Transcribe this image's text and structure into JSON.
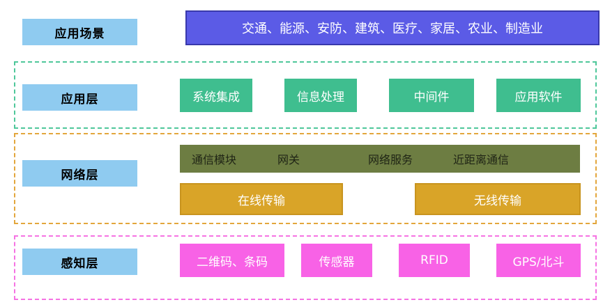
{
  "colors": {
    "label_bg": "#8FCBF0",
    "label_text": "#000000",
    "scenario_bg": "#5B5BE6",
    "scenario_border": "#3939AC",
    "application_box_bg": "#3FBE8F",
    "application_container_border": "#4EC79A",
    "network_container_border": "#E3A63C",
    "network_bar_bg": "#6D7D42",
    "network_bar_text": "#1F2415",
    "transmission_bg": "#D9A428",
    "transmission_border": "#C8941F",
    "perception_box_bg": "#F862E6",
    "perception_container_border": "#F573E3"
  },
  "scenario_row": {
    "label": "应用场景",
    "content": "交通、能源、安防、建筑、医疗、家居、农业、制造业"
  },
  "application_layer": {
    "label": "应用层",
    "boxes": [
      "系统集成",
      "信息处理",
      "中间件",
      "应用软件"
    ]
  },
  "network_layer": {
    "label": "网络层",
    "bar_items": [
      "通信模块",
      "网关",
      "网络服务",
      "近距离通信"
    ],
    "transmission_boxes": [
      "在线传输",
      "无线传输"
    ]
  },
  "perception_layer": {
    "label": "感知层",
    "boxes": [
      "二维码、条码",
      "传感器",
      "RFID",
      "GPS/北斗"
    ]
  }
}
